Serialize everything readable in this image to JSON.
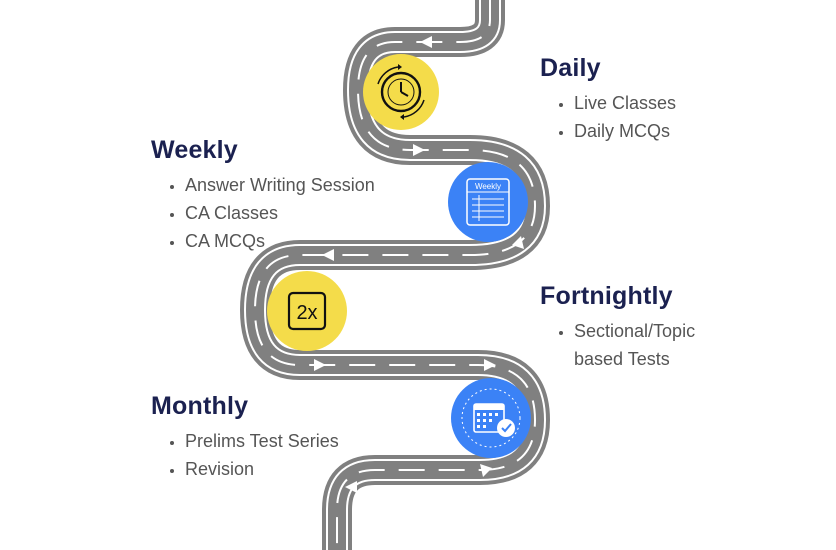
{
  "milestones": [
    {
      "title": "Daily",
      "items": [
        "Live Classes",
        "Daily MCQs"
      ],
      "icon": "clock-icon",
      "color": "#f4dc4a"
    },
    {
      "title": "Weekly",
      "items": [
        "Answer Writing Session",
        "CA Classes",
        "CA MCQs"
      ],
      "icon": "weekly-planner-icon",
      "color": "#3b82f6"
    },
    {
      "title": "Fortnightly",
      "items": [
        "Sectional/Topic",
        "based Tests"
      ],
      "icon": "two-x-icon",
      "color": "#f4dc4a"
    },
    {
      "title": "Monthly",
      "items": [
        "Prelims Test Series",
        "Revision"
      ],
      "icon": "calendar-check-icon",
      "color": "#3b82f6"
    }
  ],
  "icon_texts": {
    "weekly": "Weekly",
    "two_x": "2x"
  },
  "colors": {
    "road": "#808080",
    "title": "#1b2150",
    "text": "#555555",
    "yellow": "#f4dc4a",
    "blue": "#3b82f6"
  }
}
